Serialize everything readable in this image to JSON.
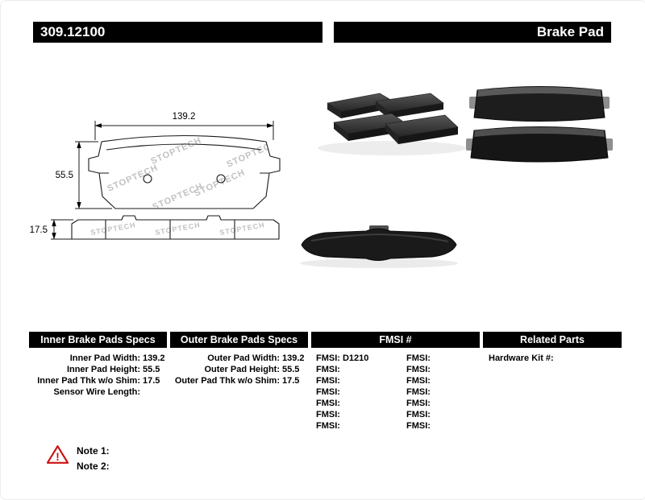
{
  "header": {
    "part_number": "309.12100",
    "product_name": "Brake Pad"
  },
  "diagram": {
    "width_label": "139.2",
    "height_label": "55.5",
    "thickness_label": "17.5",
    "watermark": "STOPTECH"
  },
  "specs": {
    "inner": {
      "title": "Inner Brake Pads Specs",
      "rows": [
        {
          "label": "Inner Pad Width:",
          "value": "139.2"
        },
        {
          "label": "Inner Pad Height:",
          "value": "55.5"
        },
        {
          "label": "Inner Pad Thk w/o Shim:",
          "value": "17.5"
        },
        {
          "label": "Sensor Wire Length:",
          "value": ""
        }
      ]
    },
    "outer": {
      "title": "Outer Brake Pads Specs",
      "rows": [
        {
          "label": "Outer Pad Width:",
          "value": "139.2"
        },
        {
          "label": "Outer Pad Height:",
          "value": "55.5"
        },
        {
          "label": "Outer Pad Thk w/o Shim:",
          "value": "17.5"
        }
      ]
    },
    "fmsi": {
      "title": "FMSI #",
      "left": [
        {
          "label": "FMSI:",
          "value": "D1210"
        },
        {
          "label": "FMSI:",
          "value": ""
        },
        {
          "label": "FMSI:",
          "value": ""
        },
        {
          "label": "FMSI:",
          "value": ""
        },
        {
          "label": "FMSI:",
          "value": ""
        },
        {
          "label": "FMSI:",
          "value": ""
        },
        {
          "label": "FMSI:",
          "value": ""
        }
      ],
      "right": [
        {
          "label": "FMSI:",
          "value": ""
        },
        {
          "label": "FMSI:",
          "value": ""
        },
        {
          "label": "FMSI:",
          "value": ""
        },
        {
          "label": "FMSI:",
          "value": ""
        },
        {
          "label": "FMSI:",
          "value": ""
        },
        {
          "label": "FMSI:",
          "value": ""
        },
        {
          "label": "FMSI:",
          "value": ""
        }
      ]
    },
    "related": {
      "title": "Related Parts",
      "rows": [
        {
          "label": "Hardware Kit #:",
          "value": ""
        }
      ]
    }
  },
  "notes": {
    "warning_symbol": "!",
    "items": [
      "Note 1:",
      "Note 2:"
    ]
  },
  "colors": {
    "bar_background": "#000000",
    "bar_text": "#ffffff",
    "warning_red": "#cc1111",
    "watermark_gray": "#c2c2c2"
  }
}
